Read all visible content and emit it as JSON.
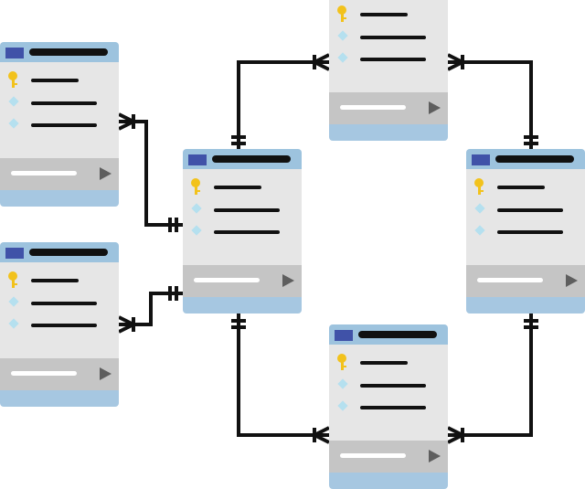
{
  "diagram": {
    "kind": "entity-relationship",
    "colors": {
      "header": "#9dc3de",
      "header_marker": "#4052a8",
      "title_bar": "#111111",
      "body": "#e6e6e6",
      "footer": "#c5c5c5",
      "footer_base": "#a6c7e1",
      "primary_key": "#f2c21c",
      "field_marker": "#b5e0ef",
      "connector": "#111111"
    },
    "tables": [
      {
        "id": "table-top-left",
        "fields": [
          "primary-key",
          "field",
          "field"
        ]
      },
      {
        "id": "table-bottom-left",
        "fields": [
          "primary-key",
          "field",
          "field"
        ]
      },
      {
        "id": "table-center",
        "fields": [
          "primary-key",
          "field",
          "field"
        ]
      },
      {
        "id": "table-top",
        "fields": [
          "primary-key",
          "field",
          "field"
        ]
      },
      {
        "id": "table-right",
        "fields": [
          "primary-key",
          "field",
          "field"
        ]
      },
      {
        "id": "table-bottom",
        "fields": [
          "primary-key",
          "field",
          "field"
        ]
      }
    ],
    "relationships": [
      {
        "from": "table-center",
        "to": "table-top-left",
        "from_end": "one",
        "to_end": "many"
      },
      {
        "from": "table-center",
        "to": "table-bottom-left",
        "from_end": "one",
        "to_end": "many"
      },
      {
        "from": "table-center",
        "to": "table-top",
        "from_end": "one",
        "to_end": "many"
      },
      {
        "from": "table-center",
        "to": "table-bottom",
        "from_end": "one",
        "to_end": "many"
      },
      {
        "from": "table-right",
        "to": "table-top",
        "from_end": "one",
        "to_end": "many"
      },
      {
        "from": "table-right",
        "to": "table-bottom",
        "from_end": "one",
        "to_end": "many"
      }
    ]
  }
}
